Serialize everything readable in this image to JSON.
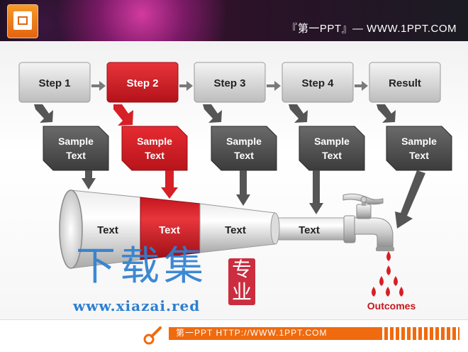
{
  "header": {
    "banner_text": "『第一PPT』— WWW.1PPT.COM"
  },
  "steps": [
    {
      "label": "Step 1",
      "highlight": false
    },
    {
      "label": "Step 2",
      "highlight": true
    },
    {
      "label": "Step 3",
      "highlight": false
    },
    {
      "label": "Step 4",
      "highlight": false
    },
    {
      "label": "Result",
      "highlight": false
    }
  ],
  "samples": [
    {
      "label": "Sample Text",
      "highlight": false
    },
    {
      "label": "Sample Text",
      "highlight": true
    },
    {
      "label": "Sample Text",
      "highlight": false
    },
    {
      "label": "Sample Text",
      "highlight": false
    },
    {
      "label": "Sample Text",
      "highlight": false
    }
  ],
  "funnel_segments": [
    {
      "label": "Text",
      "highlight": false
    },
    {
      "label": "Text",
      "highlight": true
    },
    {
      "label": "Text",
      "highlight": false
    },
    {
      "label": "Text",
      "highlight": false
    }
  ],
  "outcomes_label": "Outcomes",
  "watermark": {
    "chars": "下载集",
    "stamp": "专业",
    "url": "www.xiazai.red"
  },
  "footer": {
    "text": "第一PPT HTTP://WWW.1PPT.COM"
  },
  "colors": {
    "accent": "#d61f26",
    "box_gray": "#5a5a5a",
    "step_gray": "#cfcfcf",
    "arrow_gray": "#6a6a6a",
    "watermark_blue": "#2e7fd0"
  }
}
